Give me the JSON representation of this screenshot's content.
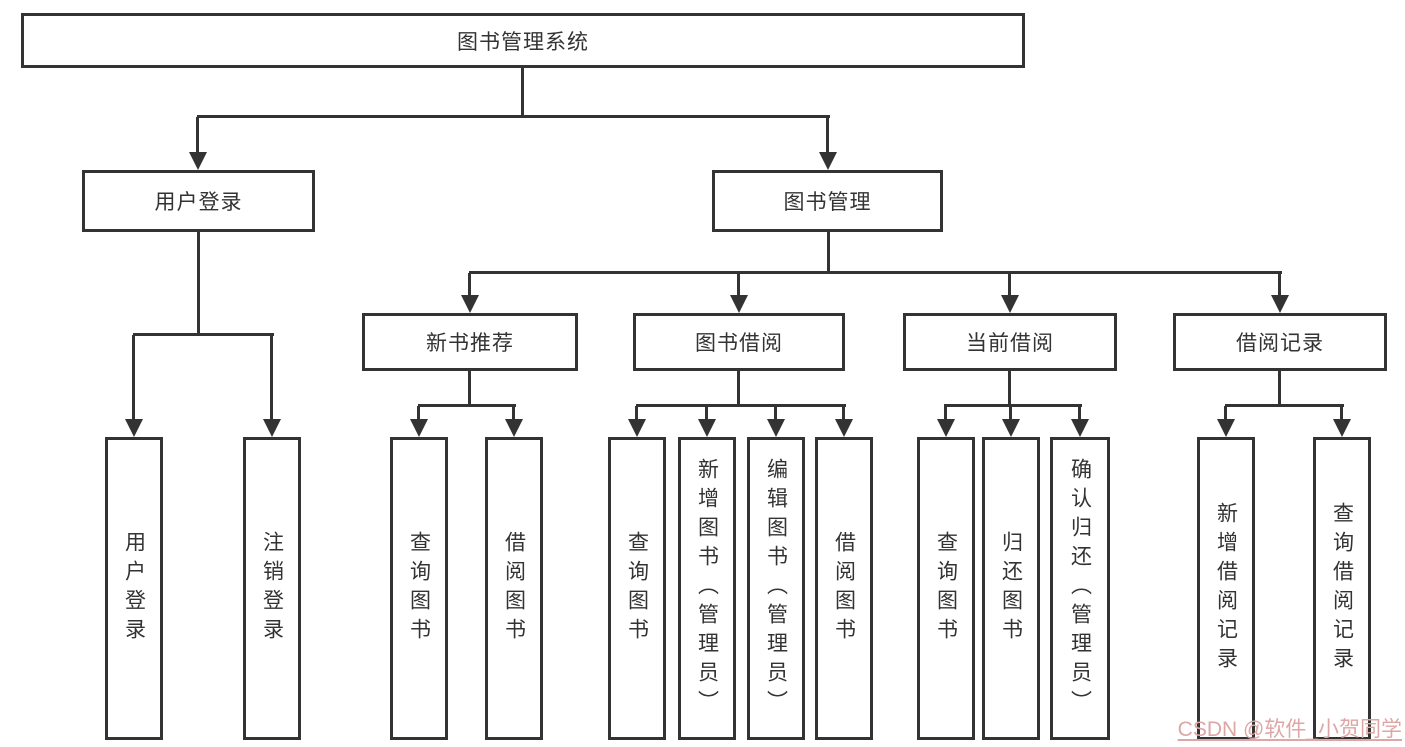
{
  "root": {
    "label": "图书管理系统"
  },
  "branches": {
    "user_login": {
      "label": "用户登录",
      "children": [
        "用户登录",
        "注销登录"
      ]
    },
    "book_mgmt": {
      "label": "图书管理",
      "sections": {
        "new_books": {
          "label": "新书推荐",
          "children": [
            "查询图书",
            "借阅图书"
          ]
        },
        "borrowing": {
          "label": "图书借阅",
          "children": [
            "查询图书",
            "新增图书（管理员）",
            "编辑图书（管理员）",
            "借阅图书"
          ]
        },
        "current": {
          "label": "当前借阅",
          "children": [
            "查询图书",
            "归还图书",
            "确认归还（管理员）"
          ]
        },
        "records": {
          "label": "借阅记录",
          "children": [
            "新增借阅记录",
            "查询借阅记录"
          ]
        }
      }
    }
  },
  "watermark": {
    "text": "CSDN @软件_小贺同学",
    "color": "#dea6a5"
  },
  "colors": {
    "line": "#333333",
    "box_background": "#ffffff",
    "text": "#333333"
  }
}
